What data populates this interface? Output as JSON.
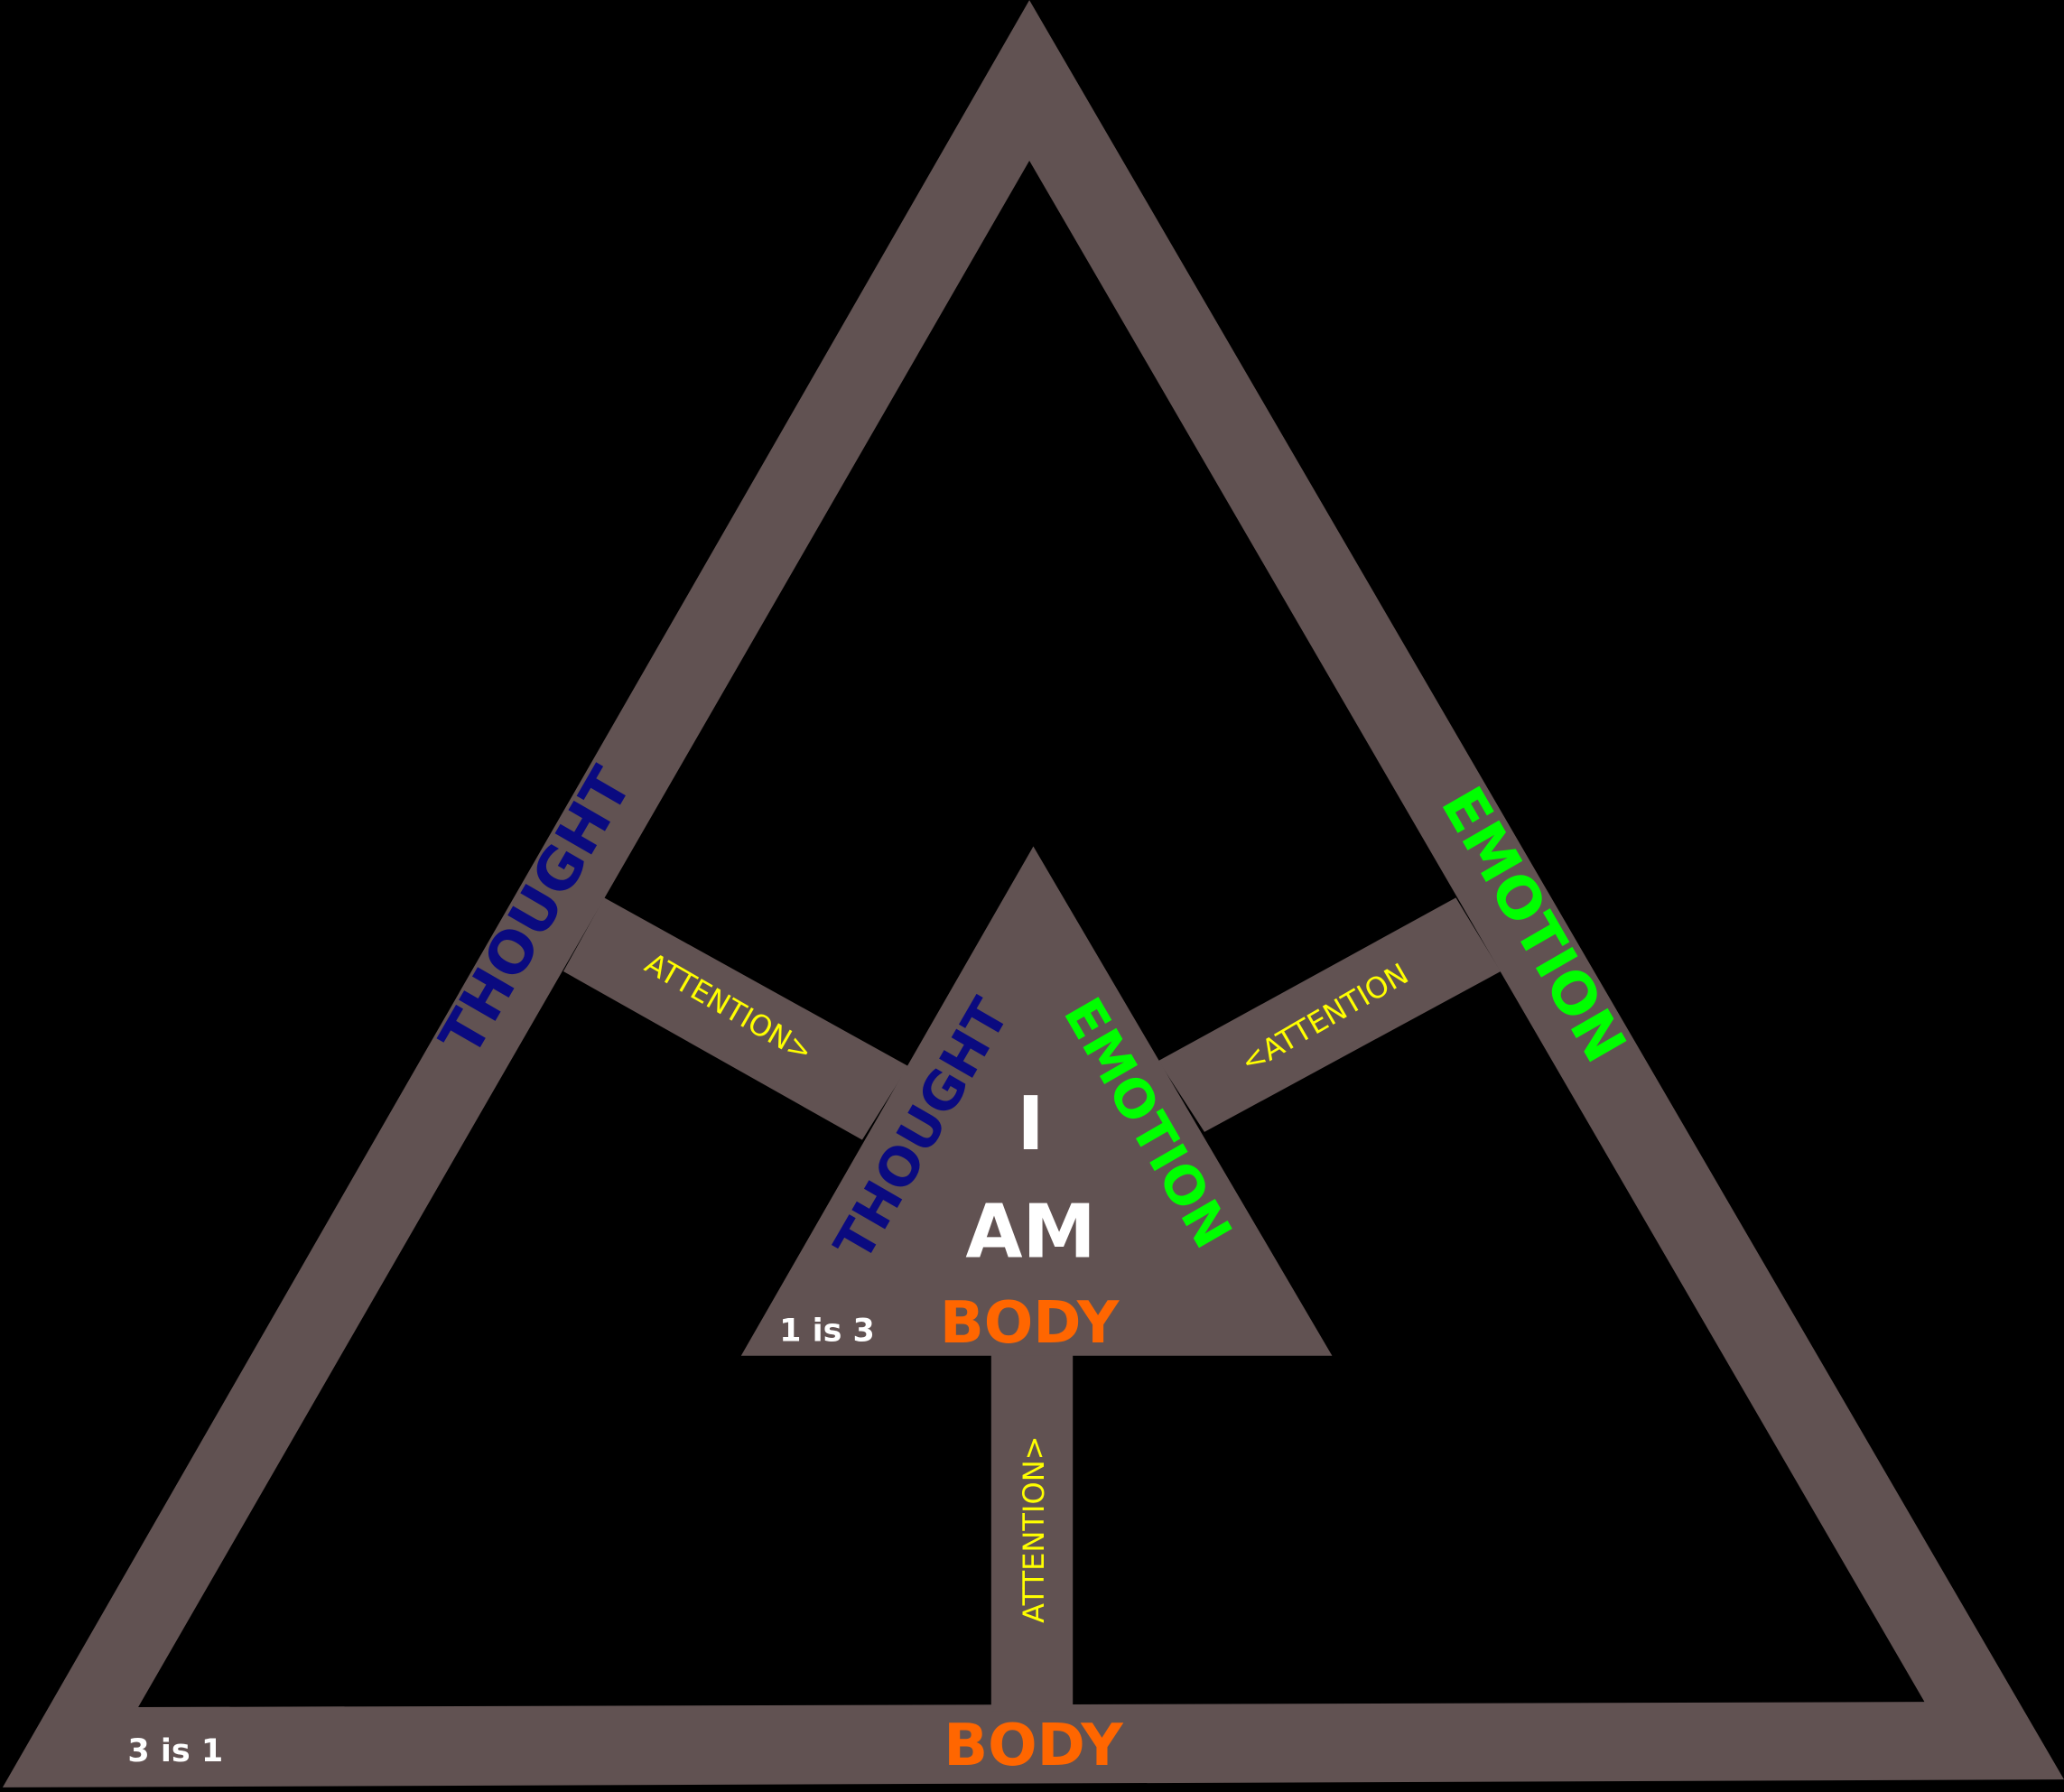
{
  "diagram": {
    "colors": {
      "background": "#000000",
      "frame": "#615252",
      "thought": "#0a0a80",
      "emotion": "#00ff00",
      "body": "#ff6600",
      "attention": "#ffff00",
      "white": "#ffffff"
    },
    "outer_triangle": {
      "thought_label": "THOUGHT",
      "emotion_label": "EMOTION",
      "body_label": "BODY",
      "corner_label": "3 is 1"
    },
    "inner_triangle": {
      "thought_label": "THOUGHT",
      "emotion_label": "EMOTION",
      "body_label": "BODY",
      "center_line1": "I",
      "center_line2": "AM",
      "corner_label": "1 is 3"
    },
    "connectors": {
      "left": "ATTENTION>",
      "right": "<ATTENTION",
      "bottom": "ATTENTION>"
    }
  }
}
